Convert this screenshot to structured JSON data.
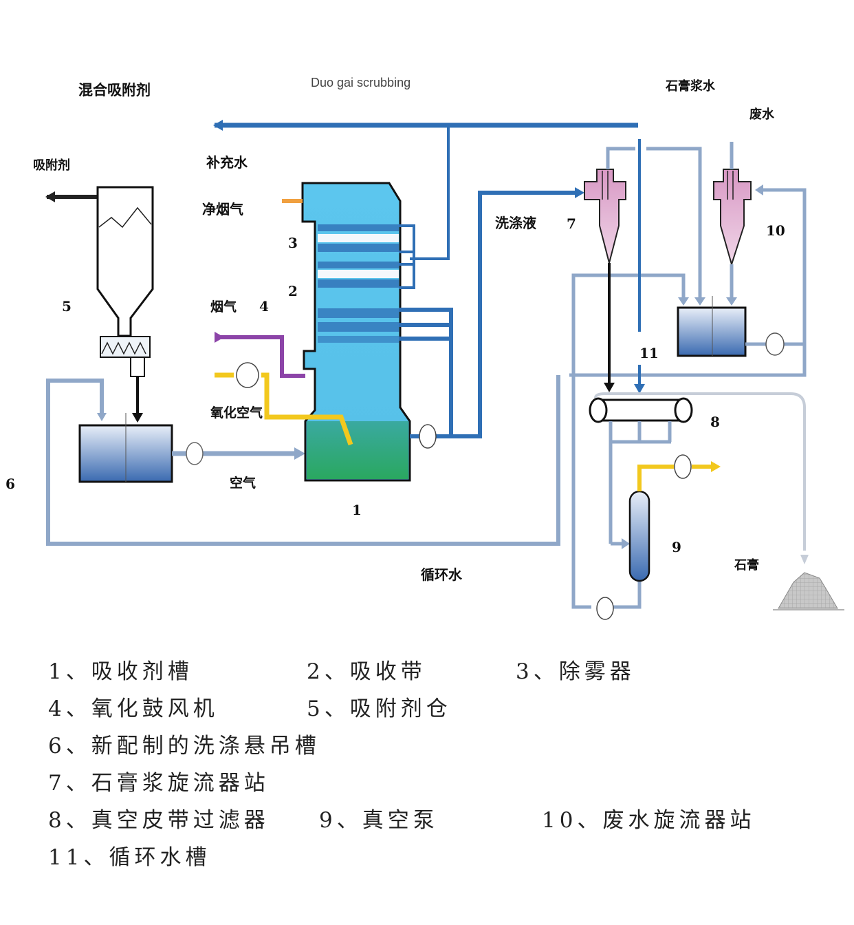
{
  "diagram": {
    "title": "Duo gai scrubbing",
    "labels": {
      "mixed_adsorbent": "混合吸附剂",
      "makeup_water": "补充水",
      "clean_gas": "净烟气",
      "raw_gas": "烟气",
      "oxidation_air": "氧化空气",
      "air": "空气",
      "wash_liquid": "洗涤液",
      "gypsum_slurry_water": "石膏浆水",
      "waste_water": "废水",
      "circulating_water": "循环水",
      "gypsum": "石膏",
      "left_feed": "吸附剂"
    },
    "numbers": {
      "n1": "1",
      "n2": "2",
      "n3": "3",
      "n4": "4",
      "n5": "5",
      "n6": "6",
      "n7": "7",
      "n8": "8",
      "n9": "9",
      "n10": "10",
      "n11": "11"
    },
    "colors": {
      "tower_top": "#5bc4ea",
      "tower_bottom": "#2aa86a",
      "main_pipe": "#2f6fb5",
      "secondary_pipe": "#8fa7c8",
      "oxidation_air_pipe": "#f2c81e",
      "gas_pipe": "#8c44a8",
      "clean_gas_pipe": "#f0a040",
      "cyclone": "#e2a9cf"
    }
  },
  "legend": {
    "items": [
      {
        "label": "1、吸收剂槽"
      },
      {
        "label": "2、吸收带"
      },
      {
        "label": "3、除雾器"
      },
      {
        "label": "4、氧化鼓风机"
      },
      {
        "label": "5、吸附剂仓"
      },
      {
        "label": "6、新配制的洗涤悬吊槽"
      },
      {
        "label": "7、石膏浆旋流器站"
      },
      {
        "label": "8、真空皮带过滤器"
      },
      {
        "label": "9、真空泵"
      },
      {
        "label": "10、废水旋流器站"
      },
      {
        "label": "11、循环水槽"
      }
    ]
  }
}
